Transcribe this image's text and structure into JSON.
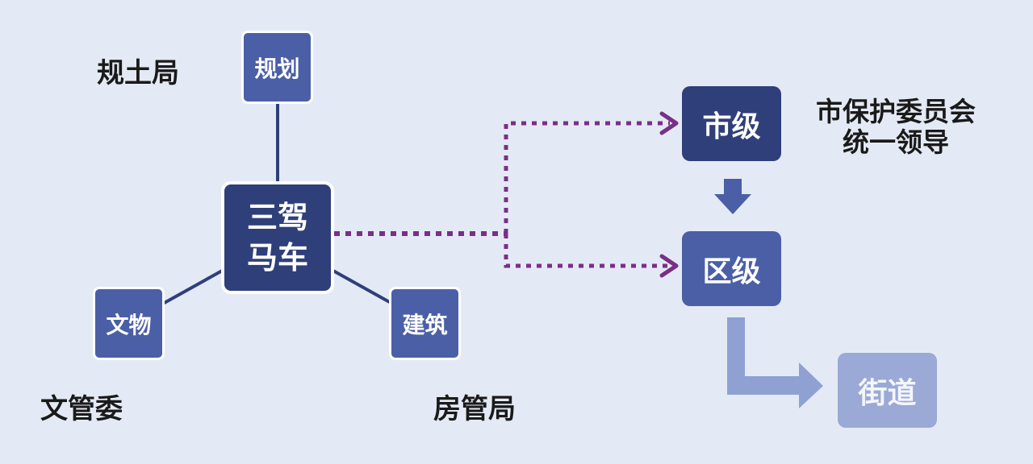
{
  "nodes": {
    "planning": "规划",
    "relics": "文物",
    "construction": "建筑",
    "center_line1": "三驾",
    "center_line2": "马车",
    "city": "市级",
    "district": "区级",
    "street": "街道"
  },
  "labels": {
    "planning_bureau": "规土局",
    "relics_committee": "文管委",
    "housing_bureau": "房管局",
    "city_note_line1": "市保护委员会",
    "city_note_line2": "统一领导"
  },
  "colors": {
    "background": "#e4eaf5",
    "node_fill": "#4b5fa6",
    "center_fill": "#2f3f7a",
    "city_fill": "#2f3f7a",
    "district_fill": "#4b5fa6",
    "street_fill": "#9aa9d6",
    "connector": "#2f3f7a",
    "dotted_arrow": "#7a2f86",
    "light_arrow": "#8fa0d2"
  }
}
